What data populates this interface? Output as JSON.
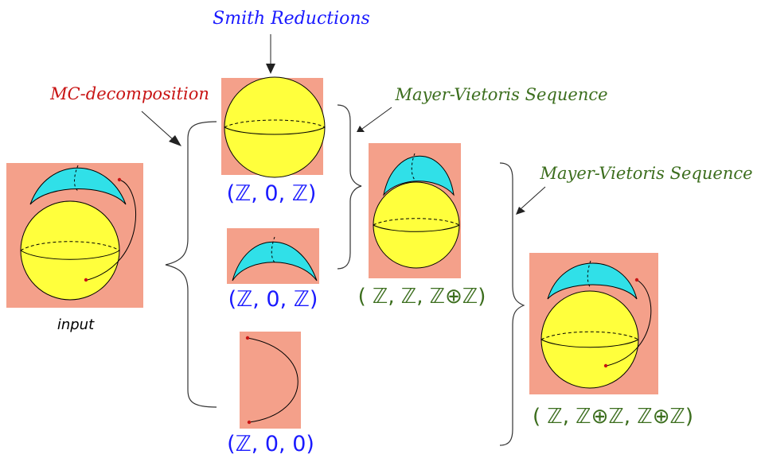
{
  "labels": {
    "smith": "Smith Reductions",
    "mc": "MC-decomposition",
    "mv1": "Mayer-Vietoris Sequence",
    "mv2": "Mayer-Vietoris Sequence",
    "input": "input"
  },
  "homology": {
    "sphere": "(ℤ, 0, ℤ)",
    "cap": "(ℤ, 0, ℤ)",
    "arc": "(ℤ, 0, 0)",
    "merged": "( ℤ, ℤ, ℤ⊕ℤ)",
    "full": "( ℤ, ℤ⊕ℤ, ℤ⊕ℤ)"
  },
  "colors": {
    "background_square": "#f4a08a",
    "sphere": "#ffff3c",
    "cap": "#30e0e8",
    "blue_text": "#1a1aff",
    "green_text": "#3c6e1e",
    "red_text": "#c81414"
  }
}
